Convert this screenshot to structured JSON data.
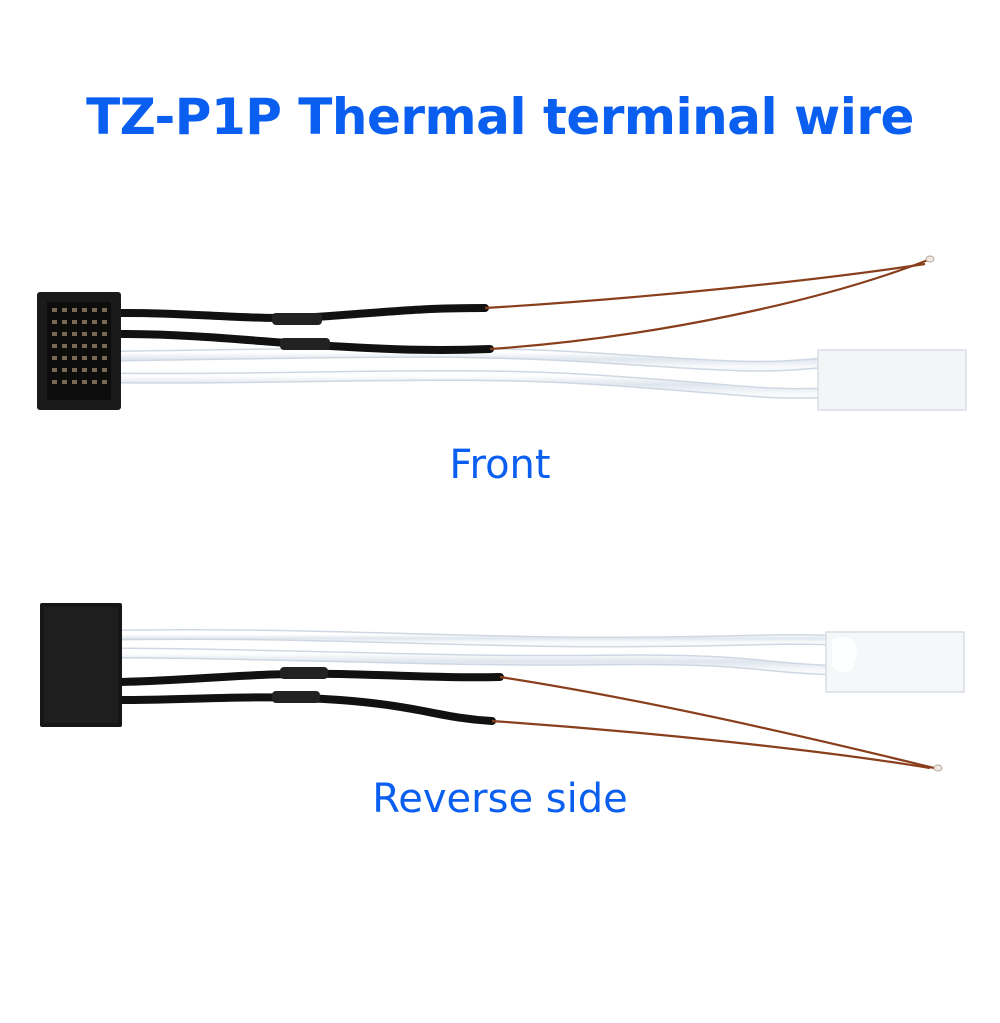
{
  "title": "TZ-P1P Thermal terminal wire",
  "front": {
    "caption": "Front"
  },
  "reverse": {
    "caption": "Reverse side"
  },
  "colors": {
    "accent": "#0a5ff0",
    "connector": "#1a1a1a",
    "black_wire": "#111111",
    "copper_wire": "#8a3f1c",
    "white_wire": "#e9eff5",
    "ceramic_pad": "#f3f5f7"
  },
  "icons": {
    "front_connector": "connector-pins-icon",
    "reverse_connector": "connector-back-icon",
    "sensor_bead": "thermistor-bead-icon",
    "heater_pad": "heater-pad-icon"
  }
}
